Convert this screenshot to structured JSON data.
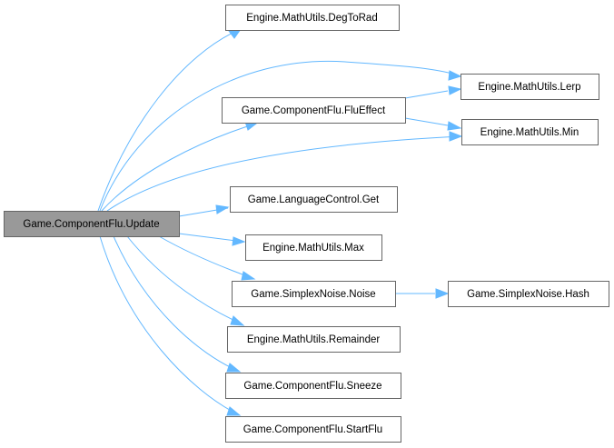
{
  "diagram": {
    "type": "call-graph",
    "nodes": [
      {
        "id": "update",
        "label": "Game.ComponentFlu.Update",
        "root": true
      },
      {
        "id": "degtorad",
        "label": "Engine.MathUtils.DegToRad"
      },
      {
        "id": "flueffect",
        "label": "Game.ComponentFlu.FluEffect"
      },
      {
        "id": "lerp",
        "label": "Engine.MathUtils.Lerp"
      },
      {
        "id": "min",
        "label": "Engine.MathUtils.Min"
      },
      {
        "id": "get",
        "label": "Game.LanguageControl.Get"
      },
      {
        "id": "max",
        "label": "Engine.MathUtils.Max"
      },
      {
        "id": "noise",
        "label": "Game.SimplexNoise.Noise"
      },
      {
        "id": "hash",
        "label": "Game.SimplexNoise.Hash"
      },
      {
        "id": "remainder",
        "label": "Engine.MathUtils.Remainder"
      },
      {
        "id": "sneeze",
        "label": "Game.ComponentFlu.Sneeze"
      },
      {
        "id": "startflu",
        "label": "Game.ComponentFlu.StartFlu"
      }
    ],
    "edges": [
      {
        "from": "update",
        "to": "degtorad"
      },
      {
        "from": "update",
        "to": "flueffect"
      },
      {
        "from": "update",
        "to": "lerp"
      },
      {
        "from": "update",
        "to": "min"
      },
      {
        "from": "update",
        "to": "get"
      },
      {
        "from": "update",
        "to": "max"
      },
      {
        "from": "update",
        "to": "noise"
      },
      {
        "from": "update",
        "to": "remainder"
      },
      {
        "from": "update",
        "to": "sneeze"
      },
      {
        "from": "update",
        "to": "startflu"
      },
      {
        "from": "flueffect",
        "to": "lerp"
      },
      {
        "from": "flueffect",
        "to": "min"
      },
      {
        "from": "noise",
        "to": "hash"
      }
    ],
    "colors": {
      "edge": "#63b8ff",
      "root_fill": "#999999",
      "node_fill": "#ffffff",
      "node_border": "#666666"
    }
  }
}
